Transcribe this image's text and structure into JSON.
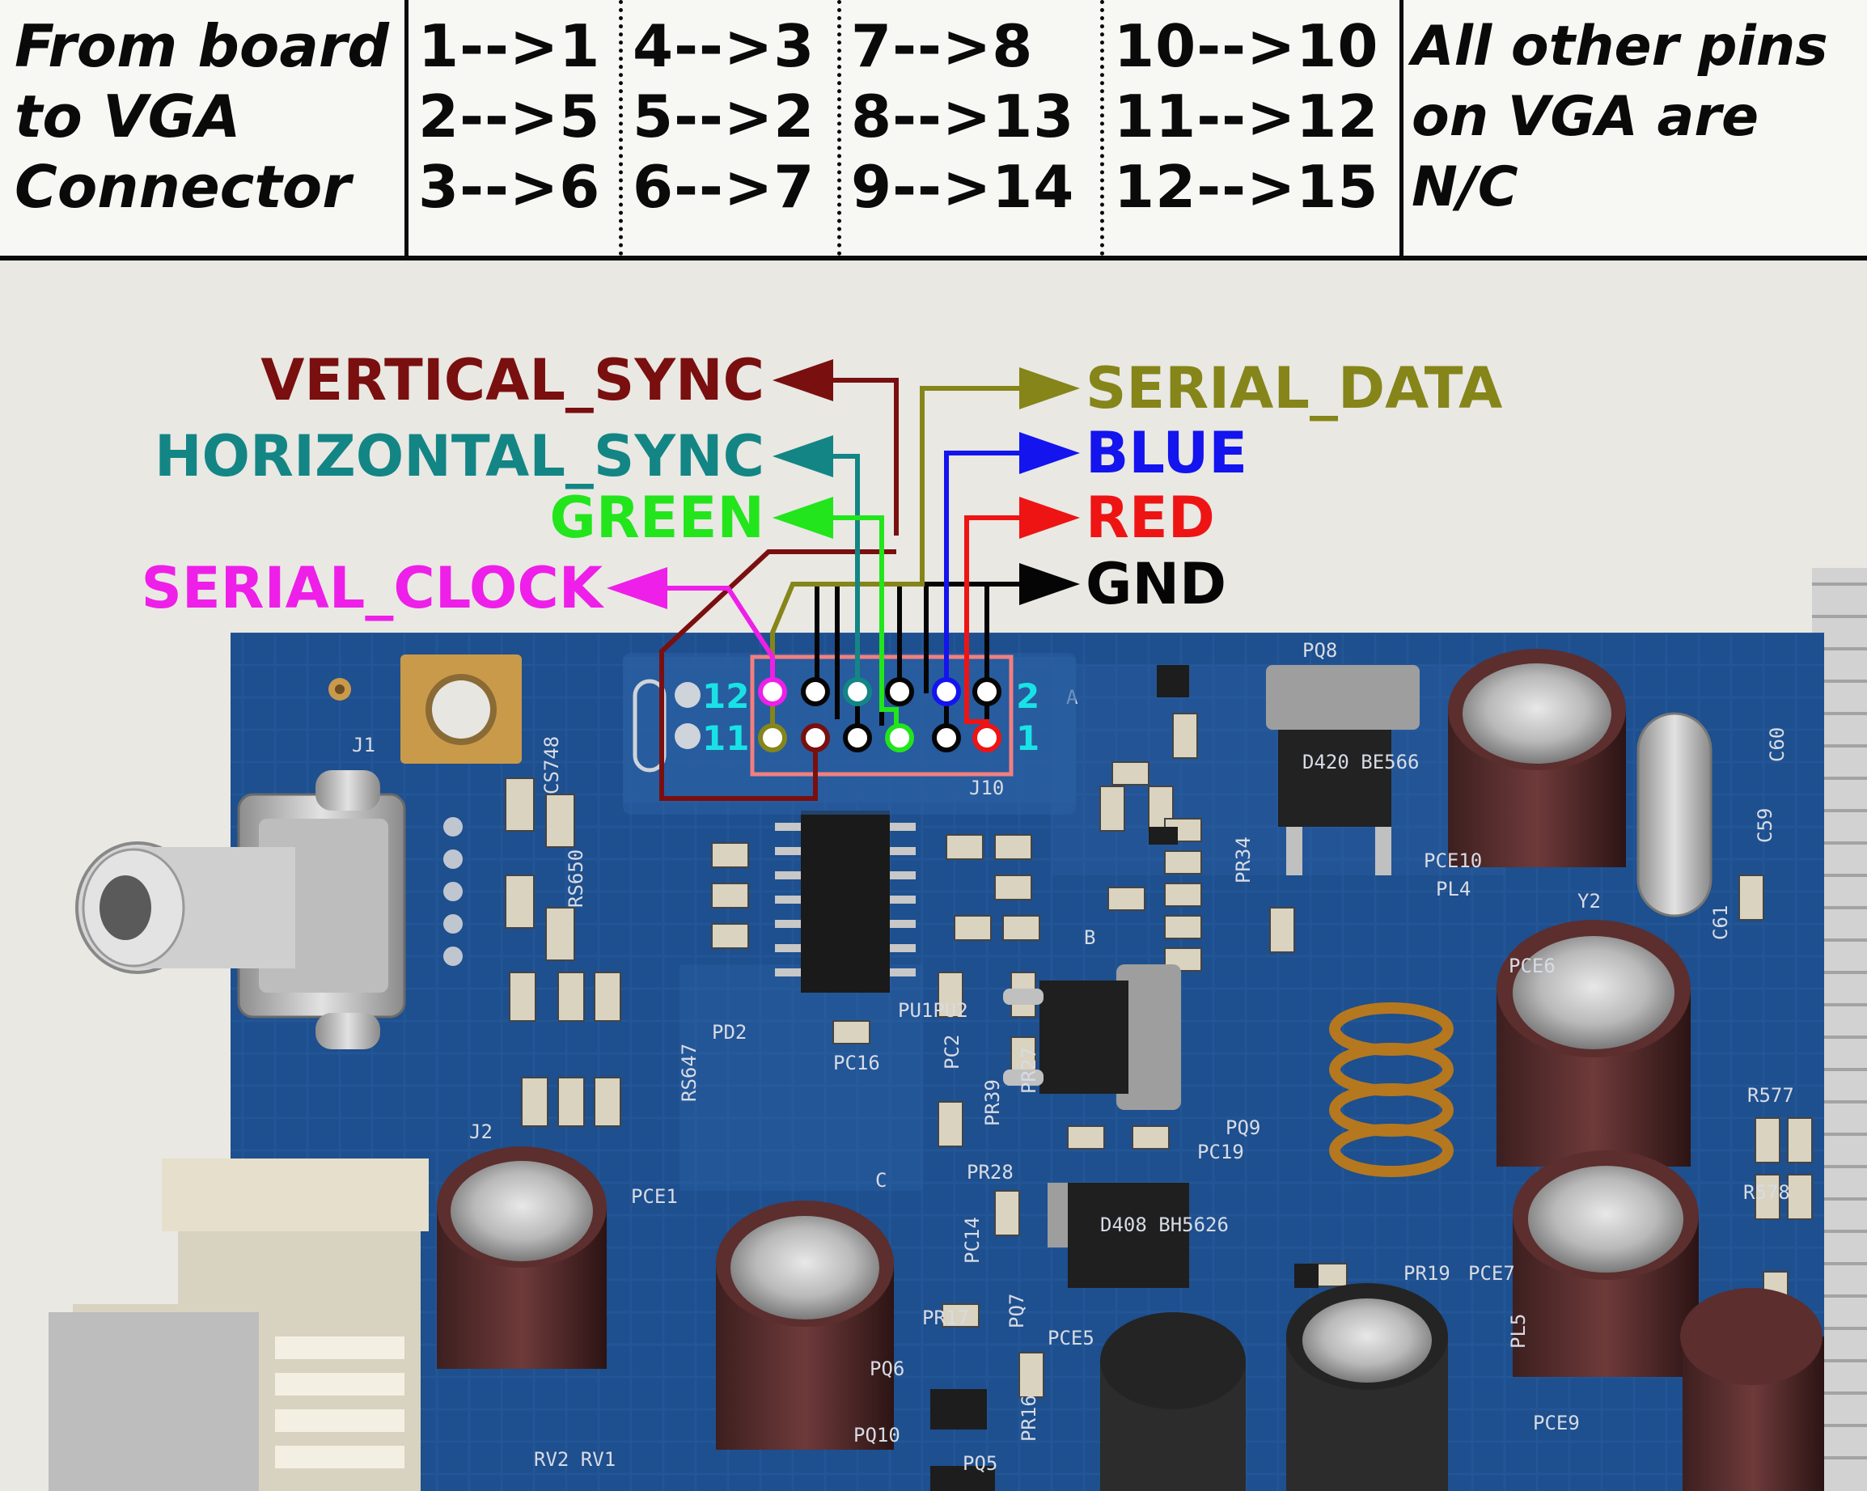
{
  "table": {
    "heading": [
      "From board",
      "to VGA",
      "Connector"
    ],
    "groups": [
      [
        "1-->1",
        "2-->5",
        "3-->6"
      ],
      [
        "4-->3",
        "5-->2",
        "6-->7"
      ],
      [
        "7-->8",
        "8-->13",
        "9-->14"
      ],
      [
        "10-->10",
        "11-->12",
        "12-->15"
      ]
    ],
    "note": [
      "All other pins",
      "on VGA are",
      "N/C"
    ]
  },
  "signals": {
    "vertical_sync": "VERTICAL_SYNC",
    "horizontal_sync": "HORIZONTAL_SYNC",
    "green": "GREEN",
    "serial_clock": "SERIAL_CLOCK",
    "serial_data": "SERIAL_DATA",
    "blue": "BLUE",
    "red": "RED",
    "gnd": "GND"
  },
  "header_pins": {
    "top_left": "12",
    "bottom_left": "11",
    "top_right": "2",
    "bottom_right": "1"
  },
  "colors": {
    "vertical_sync": "#7a0f0f",
    "horizontal_sync": "#138585",
    "green": "#22e51c",
    "serial_clock": "#ee1fe8",
    "serial_data": "#85851a",
    "blue": "#1414ee",
    "red": "#ee1414",
    "gnd": "#050505",
    "pcb": "#1e4f8e",
    "pin_label": "#19e2e6"
  },
  "silkscreen": {
    "j1": "J1",
    "j2": "J2",
    "j10": "J10",
    "cs748": "CS748",
    "rs650": "RS650",
    "pd2": "PD2",
    "pc16": "PC16",
    "pq8": "PQ8",
    "pce1": "PCE1",
    "pce10": "PCE10",
    "pce6": "PCE6",
    "pce5": "PCE5",
    "pce7": "PCE7",
    "pce9": "PCE9",
    "pl4": "PL4",
    "y2": "Y2",
    "pq9": "PQ9",
    "pc19": "PC19",
    "pr28": "PR28",
    "pr17": "PR17",
    "pq6": "PQ6",
    "pq10": "PQ10",
    "pq5": "PQ5",
    "pc14": "PC14",
    "pq7": "PQ7",
    "pr16": "PR16",
    "pc2": "PC2",
    "pr39": "PR39",
    "pr27": "PR27",
    "pr34": "PR34",
    "pr19": "PR19",
    "pl5": "PL5",
    "r577": "R577",
    "r578": "R578",
    "pu1pu2": "PU1PU2",
    "rv2rv1": "RV2 RV1",
    "rs647": "RS647",
    "c61": "C61",
    "c59": "C59",
    "c60": "C60",
    "mark_a": "A",
    "mark_b": "B",
    "mark_c": "C",
    "chip_top": "D420 BE566",
    "chip_bottom": "D408 BH5626"
  }
}
